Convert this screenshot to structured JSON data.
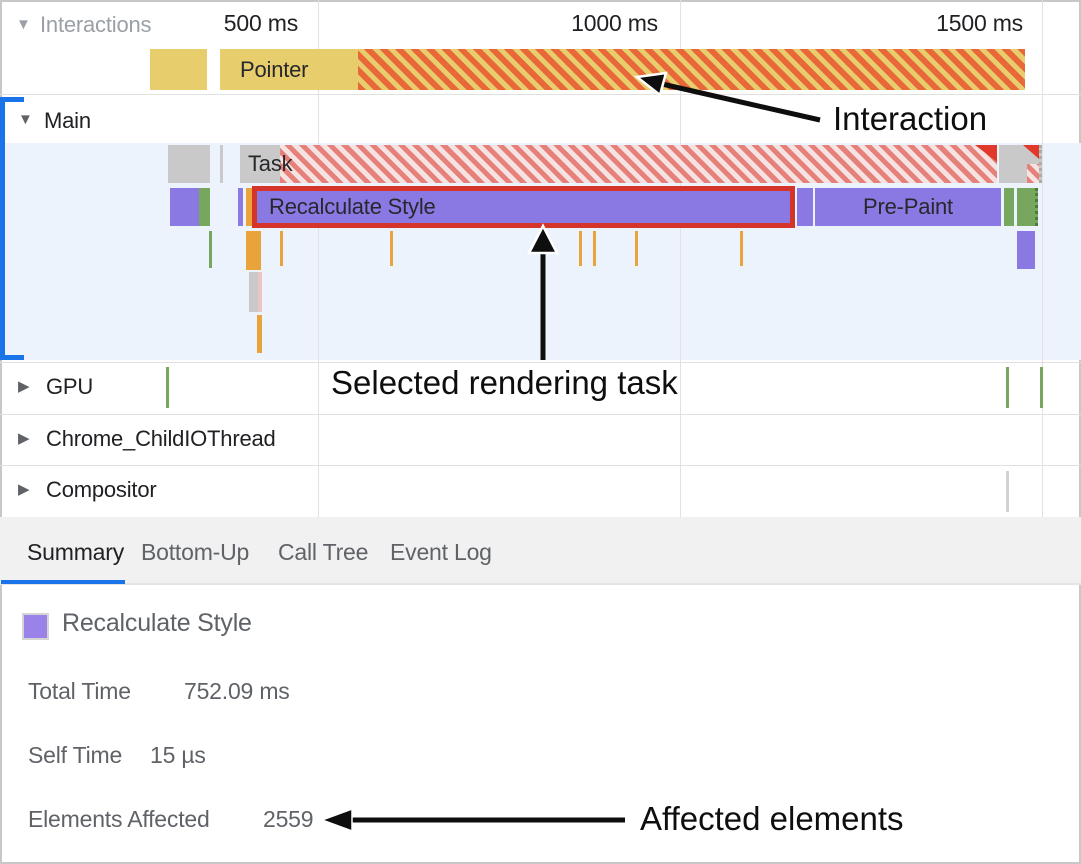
{
  "ruler": {
    "ticks": [
      "500 ms",
      "1000 ms",
      "1500 ms"
    ]
  },
  "icons": {
    "expanded": "▼",
    "collapsed": "▶"
  },
  "tracks": {
    "interactions": {
      "label": "Interactions",
      "events": [
        {
          "label": "Pointer"
        }
      ]
    },
    "main": {
      "label": "Main",
      "task_label": "Task",
      "selected_event": {
        "label": "Recalculate Style"
      },
      "prepaint_label": "Pre-Paint"
    },
    "gpu": {
      "label": "GPU"
    },
    "chrome_childio": {
      "label": "Chrome_ChildIOThread"
    },
    "compositor": {
      "label": "Compositor"
    }
  },
  "tabs": [
    {
      "label": "Summary",
      "selected": true
    },
    {
      "label": "Bottom-Up",
      "selected": false
    },
    {
      "label": "Call Tree",
      "selected": false
    },
    {
      "label": "Event Log",
      "selected": false
    }
  ],
  "summary": {
    "title": "Recalculate Style",
    "rows": [
      {
        "label": "Total Time",
        "value": "752.09 ms"
      },
      {
        "label": "Self Time",
        "value": "15 µs"
      },
      {
        "label": "Elements Affected",
        "value": "2559"
      }
    ]
  },
  "annotations": {
    "interaction": "Interaction",
    "selected_task": "Selected rendering task",
    "affected": "Affected elements"
  },
  "colors": {
    "accent_blue": "#1a73e8",
    "interaction_yellow": "#e7cd6c",
    "interaction_orange_stripe": "#e8683a",
    "task_gray": "#c9c9c9",
    "long_task_red_stripe": "#e5807a",
    "event_purple": "#8b79e3",
    "event_green": "#77a75f",
    "event_amber": "#e9a33b",
    "selection_red": "#d5342b",
    "annotation_black": "#0e0e0e",
    "text_gray": "#5f6368"
  }
}
